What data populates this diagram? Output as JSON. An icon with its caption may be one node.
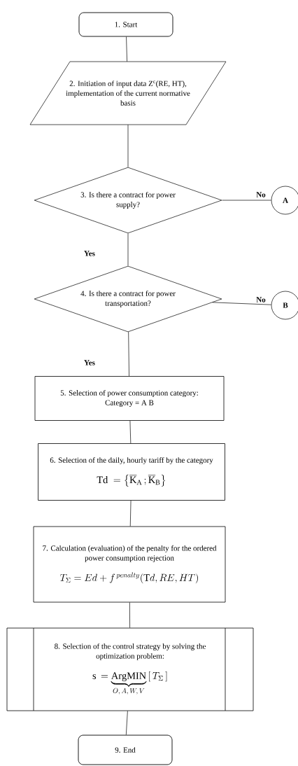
{
  "diagram": {
    "nodes": [
      {
        "text": [
          "1. Start"
        ]
      },
      {
        "text": [
          "2. Initiation of input data Z$^{c}$(RE, HT), implementation of the current normative basis"
        ]
      },
      {
        "text": [
          "3. Is there a contract for power supply?"
        ]
      },
      {
        "text": [
          "A"
        ]
      },
      {
        "text": [
          "4. Is there a contract for power transportation?"
        ]
      },
      {
        "text": [
          "B"
        ]
      },
      {
        "text": [
          "5. Selection of power consumption category:",
          "Category = A B"
        ]
      },
      {
        "text": [
          "6. Selection of the daily, hourly tariff by the category",
          "\\mathrm{Td}\\ = \\left\\{\\overline{\\mathrm{K}}_{\\mathrm{A}}\\,;\\overline{\\mathrm{K}}_{\\mathrm{B}}\\right\\}"
        ]
      },
      {
        "text": [
          "7. Calculation (evaluation) of the penalty for the ordered power consumption rejection",
          "T_{\\Sigma} = Ed + f^{\\,penalty}(\\mathrm{T}d, RE, HT)"
        ]
      },
      {
        "text": [
          "8. Selection of the control strategy by solving the optimization problem:",
          "\\mathrm{s}\\, = \\underbrace{\\mathrm{ArgMIN}}_{O,\\,A,\\,W,\\,V}\\left[\\,T_{\\Sigma}\\,\\right]"
        ]
      },
      {
        "text": [
          "9. End"
        ]
      }
    ],
    "edges": [
      {
        "from": 0,
        "to": 1,
        "arrow": "none"
      },
      {
        "from": 1,
        "to": 2,
        "arrow": "none"
      },
      {
        "from": 2,
        "to": 3,
        "arrow": "none",
        "label": "No"
      },
      {
        "from": 2,
        "to": 4,
        "arrow": "none",
        "label": "Yes"
      },
      {
        "from": 4,
        "to": 5,
        "arrow": "none",
        "label": "No"
      },
      {
        "from": 4,
        "to": 6,
        "arrow": "none",
        "label": "Yes"
      },
      {
        "from": 6,
        "to": 7,
        "arrow": "none"
      },
      {
        "from": 7,
        "to": 8,
        "arrow": "none"
      },
      {
        "from": 8,
        "to": 9,
        "arrow": "none"
      },
      {
        "from": 9,
        "to": 10,
        "arrow": "none"
      }
    ]
  }
}
